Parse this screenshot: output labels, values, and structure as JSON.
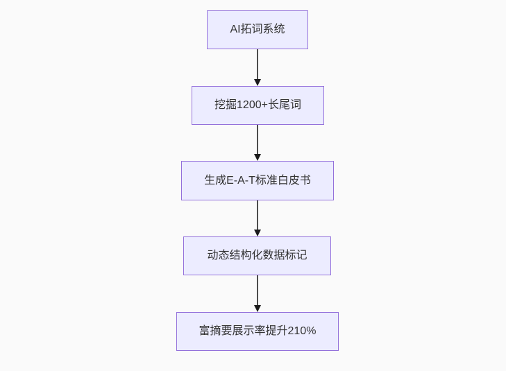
{
  "diagram": {
    "type": "flowchart",
    "direction": "top-down",
    "nodes": [
      {
        "id": "n1",
        "label": "AI拓词系统"
      },
      {
        "id": "n2",
        "label": "挖掘1200+长尾词"
      },
      {
        "id": "n3",
        "label": "生成E-A-T标准白皮书"
      },
      {
        "id": "n4",
        "label": "动态结构化数据标记"
      },
      {
        "id": "n5",
        "label": "富摘要展示率提升210%"
      }
    ],
    "edges": [
      {
        "from": "n1",
        "to": "n2",
        "style": "arrow-down"
      },
      {
        "from": "n2",
        "to": "n3",
        "style": "arrow-down"
      },
      {
        "from": "n3",
        "to": "n4",
        "style": "arrow-down"
      },
      {
        "from": "n4",
        "to": "n5",
        "style": "arrow-down"
      }
    ],
    "colors": {
      "node_fill": "#ececff",
      "node_border": "#9370db",
      "node_text": "#333333",
      "edge_line": "#4d4d4d",
      "edge_arrowhead": "#1a1a1a",
      "background": "#fafafa"
    }
  }
}
